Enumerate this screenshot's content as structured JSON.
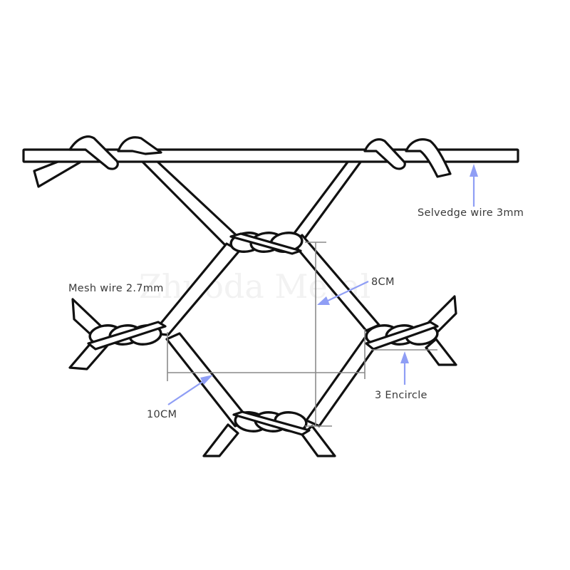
{
  "diagram": {
    "type": "gabion hexagonal mesh wire specification",
    "watermark": "Zhuoda Metal",
    "labels": {
      "selvedge_wire": "Selvedge wire 3mm",
      "mesh_wire": "Mesh wire 2.7mm",
      "height_dimension": "8CM",
      "width_dimension": "10CM",
      "twist_count": "3 Encircle"
    },
    "colors": {
      "wire_outline": "#111111",
      "wire_fill": "#ffffff",
      "dimension_line": "#8a8a8a",
      "callout_arrow": "#8f9ef5",
      "label_text": "#3a3a3a"
    }
  }
}
